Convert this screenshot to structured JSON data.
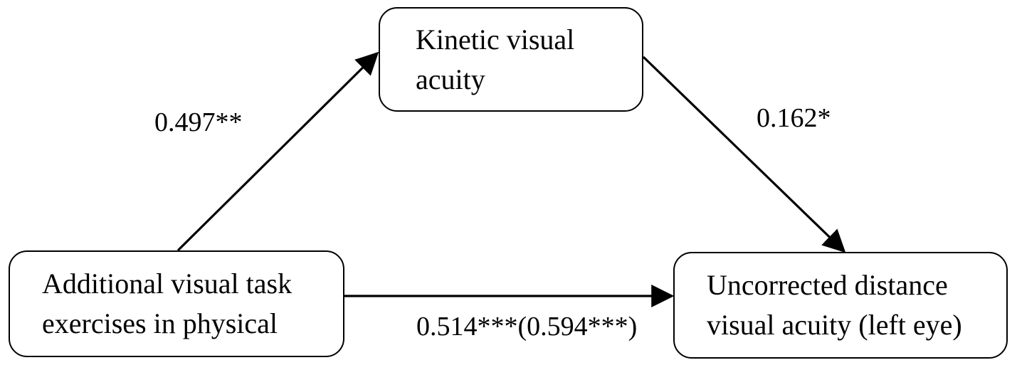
{
  "nodes": {
    "mediator": {
      "line1": "Kinetic visual",
      "line2": "acuity"
    },
    "predictor": {
      "line1": "Additional visual task",
      "line2": "exercises in physical"
    },
    "outcome": {
      "line1": "Uncorrected distance",
      "line2": "visual acuity (left eye)"
    }
  },
  "paths": {
    "a": "0.497**",
    "b": "0.162*",
    "c": "0.514***(0.594***)"
  }
}
